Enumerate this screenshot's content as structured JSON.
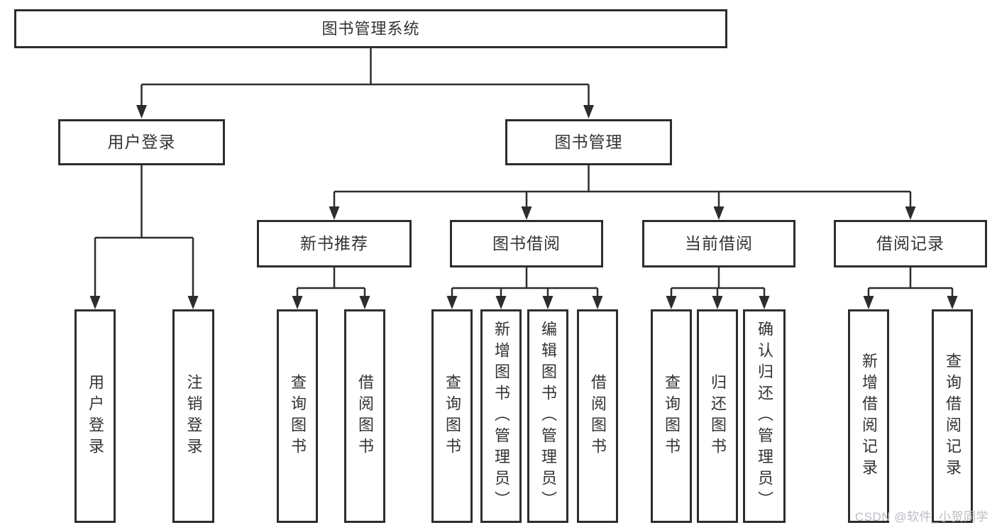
{
  "tree": {
    "root": "图书管理系统",
    "children": [
      {
        "label": "用户登录",
        "children": [
          {
            "label": "用户登录"
          },
          {
            "label": "注销登录"
          }
        ]
      },
      {
        "label": "图书管理",
        "children": [
          {
            "label": "新书推荐",
            "children": [
              {
                "label": "查询图书"
              },
              {
                "label": "借阅图书"
              }
            ]
          },
          {
            "label": "图书借阅",
            "children": [
              {
                "label": "查询图书"
              },
              {
                "label": "新增图书（管理员）"
              },
              {
                "label": "编辑图书（管理员）"
              },
              {
                "label": "借阅图书"
              }
            ]
          },
          {
            "label": "当前借阅",
            "children": [
              {
                "label": "查询图书"
              },
              {
                "label": "归还图书"
              },
              {
                "label": "确认归还（管理员）"
              }
            ]
          },
          {
            "label": "借阅记录",
            "children": [
              {
                "label": "新增借阅记录"
              },
              {
                "label": "查询借阅记录"
              }
            ]
          }
        ]
      }
    ]
  },
  "watermark": "CSDN @软件_小贺同学",
  "colors": {
    "line": "#2d2d2d",
    "box_border": "#2d2d2d",
    "text": "#333333",
    "background": "#ffffff",
    "watermark": "#b9bdc2"
  }
}
